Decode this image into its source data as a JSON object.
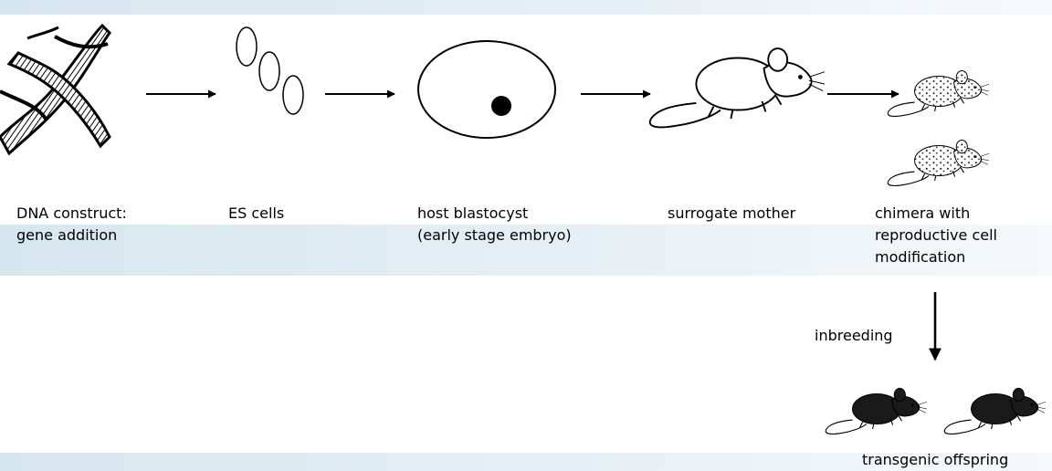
{
  "steps": [
    {
      "line1": "DNA construct:",
      "line2": "gene addition"
    },
    {
      "line1": "ES cells"
    },
    {
      "line1": "host blastocyst",
      "line2": "(early stage embryo)"
    },
    {
      "line1": "surrogate mother"
    },
    {
      "line1": "chimera with",
      "line2": "reproductive cell",
      "line3": "modification"
    }
  ],
  "inbreeding_label": "inbreeding",
  "offspring_label": "transgenic offspring"
}
